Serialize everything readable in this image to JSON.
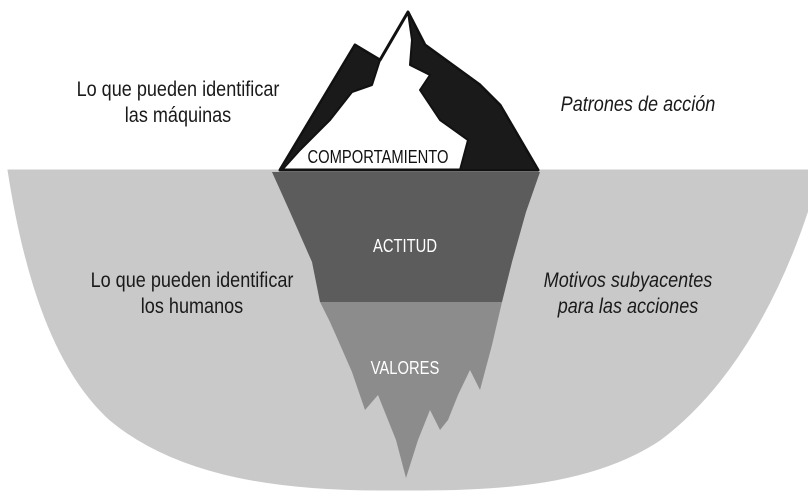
{
  "left_labels": {
    "machines": {
      "line1": "Lo que pueden identificar",
      "line2": "las máquinas"
    },
    "humans": {
      "line1": "Lo que pueden identificar",
      "line2": "los humanos"
    }
  },
  "right_labels": {
    "patterns": {
      "line1": "Patrones de acción"
    },
    "motives": {
      "line1": "Motivos subyacentes",
      "line2": "para las acciones"
    }
  },
  "layers": {
    "behavior": "COMPORTAMIENTO",
    "attitude": "ACTITUD",
    "values": "VALORES"
  },
  "colors": {
    "water": "#c9c9c9",
    "ice_top": "#ffffff",
    "shadow": "#1a1a1a",
    "attitude_layer": "#5c5c5c",
    "values_layer": "#8c8c8c",
    "layer_text_light": "#ffffff",
    "layer_text_dark": "#111111"
  }
}
